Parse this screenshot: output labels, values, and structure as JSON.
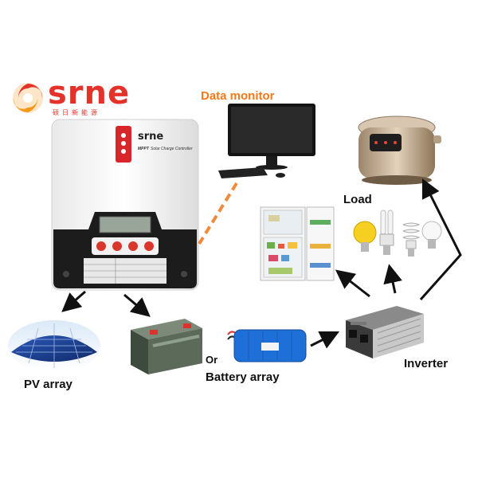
{
  "brand": {
    "name": "srne",
    "tagline": "硕日新能源",
    "color_red": "#e4322b",
    "color_orange": "#f39a1a"
  },
  "controller": {
    "brand": "srne",
    "model_line": "MPPT",
    "model_desc": "Solar Charge Controller"
  },
  "labels": {
    "data_monitor": "Data monitor",
    "load": "Load",
    "inverter": "Inverter",
    "pv_array": "PV array",
    "or": "Or",
    "battery_array": "Battery array"
  },
  "colors": {
    "data_monitor_label": "#f27a1a",
    "dashed_link": "#f28a3a",
    "arrow": "#111111"
  },
  "icons": {
    "logo": "srne-swirl-logo",
    "monitor": "computer-monitor-icon",
    "rice_cooker": "rice-cooker-icon",
    "fridge": "refrigerator-icon",
    "bulbs": "light-bulbs-icon",
    "inverter": "power-inverter-icon",
    "panel": "solar-panel-icon",
    "battery": "lead-acid-battery-icon",
    "pack": "lithium-battery-pack-icon"
  }
}
